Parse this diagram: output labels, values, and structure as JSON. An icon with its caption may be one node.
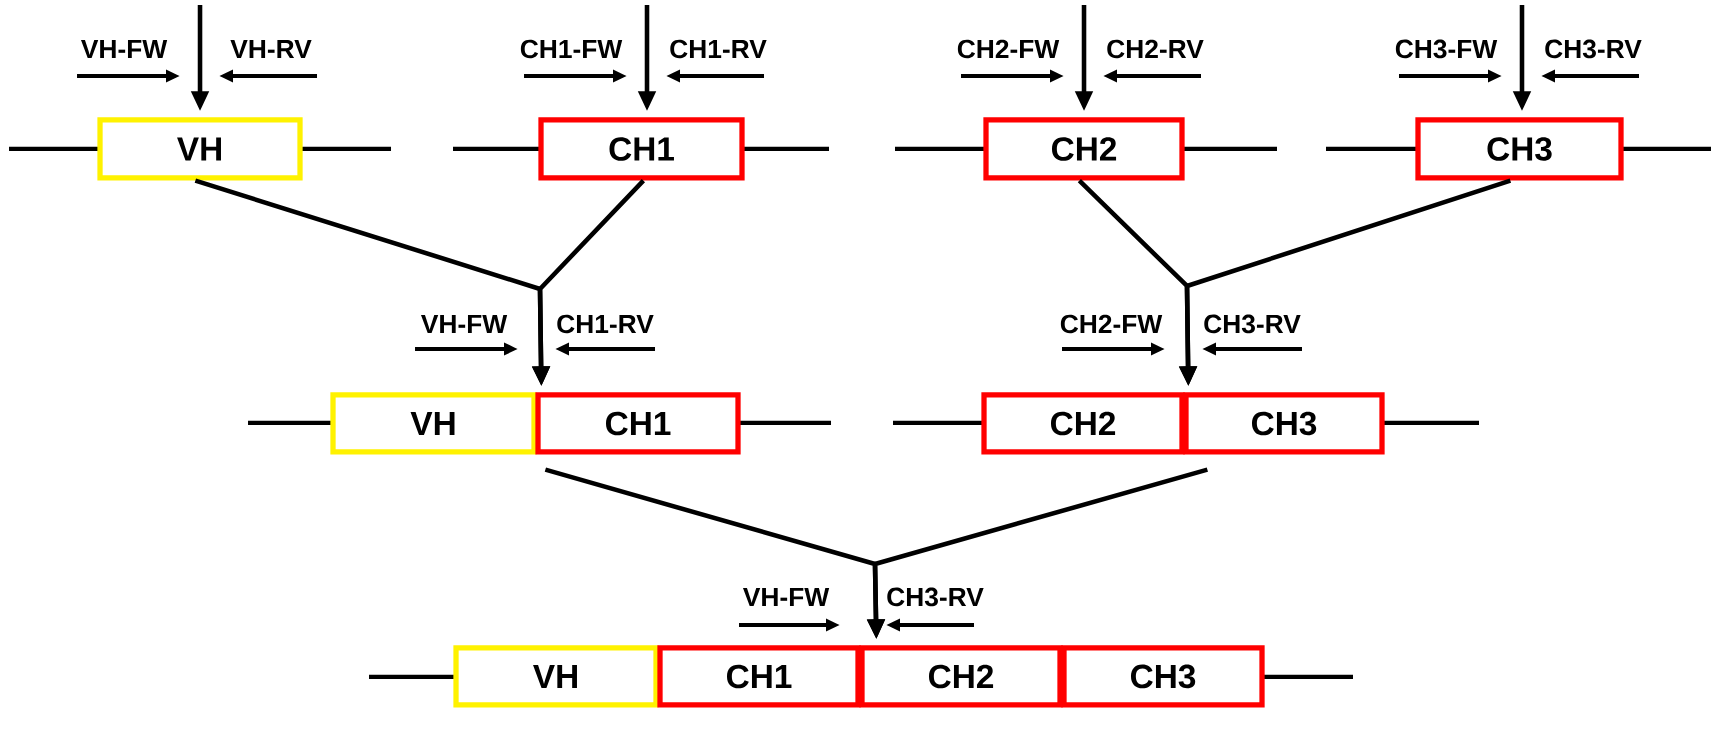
{
  "diagram": {
    "nodes": [
      {
        "text": [
          "VH"
        ]
      },
      {
        "text": [
          "CH1"
        ]
      },
      {
        "text": [
          "CH2"
        ]
      },
      {
        "text": [
          "CH3"
        ]
      },
      {
        "text": [
          "VH"
        ]
      },
      {
        "text": [
          "CH1"
        ]
      },
      {
        "text": [
          "CH2"
        ]
      },
      {
        "text": [
          "CH3"
        ]
      },
      {
        "text": [
          "VH"
        ]
      },
      {
        "text": [
          "CH1"
        ]
      },
      {
        "text": [
          "CH2"
        ]
      },
      {
        "text": [
          "CH3"
        ]
      }
    ],
    "edges": [
      {
        "from": null,
        "to": 0,
        "arrow": "to"
      },
      {
        "from": null,
        "to": 1,
        "arrow": "to"
      },
      {
        "from": null,
        "to": 2,
        "arrow": "to"
      },
      {
        "from": null,
        "to": 3,
        "arrow": "to"
      },
      {
        "from": 0,
        "to": 5,
        "arrow": "to"
      },
      {
        "from": 1,
        "to": 5,
        "arrow": "to"
      },
      {
        "from": 2,
        "to": 7,
        "arrow": "to"
      },
      {
        "from": 3,
        "to": 7,
        "arrow": "to"
      },
      {
        "from": 5,
        "to": 10,
        "arrow": "to"
      },
      {
        "from": 7,
        "to": 10,
        "arrow": "to"
      }
    ],
    "labels": [
      "VH-FW",
      "VH-RV",
      "CH1-FW",
      "CH1-RV",
      "CH2-FW",
      "CH2-RV",
      "CH3-FW",
      "CH3-RV",
      "VH-FW",
      "CH1-RV",
      "CH2-FW",
      "CH3-RV",
      "VH-FW",
      "CH3-RV"
    ]
  }
}
